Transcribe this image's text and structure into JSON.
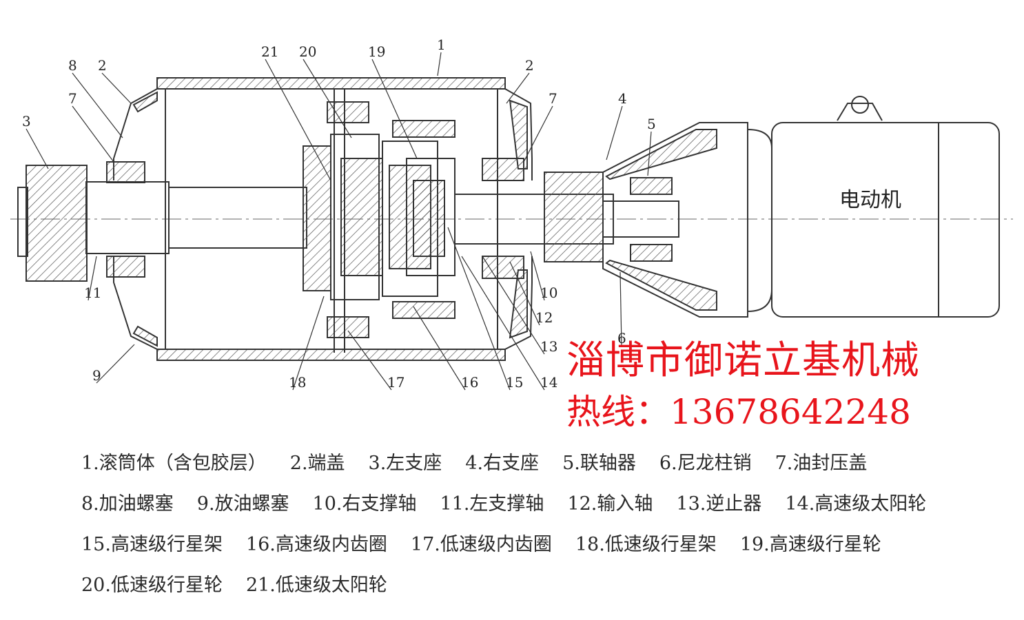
{
  "motor_label": "电动机",
  "company": "淄博市御诺立基机械",
  "hotline": {
    "label": "热线：",
    "number": "13678642248"
  },
  "callouts": [
    "1",
    "2",
    "2",
    "3",
    "4",
    "5",
    "6",
    "7",
    "7",
    "8",
    "9",
    "10",
    "11",
    "12",
    "13",
    "14",
    "15",
    "16",
    "17",
    "18",
    "19",
    "20",
    "21"
  ],
  "legend_rows": [
    [
      "1.滚筒体（含包胶层）",
      "2.端盖",
      "3.左支座",
      "4.右支座",
      "5.联轴器",
      "6.尼龙柱销",
      "7.油封压盖"
    ],
    [
      "8.加油螺塞",
      "9.放油螺塞",
      "10.右支撑轴",
      "11.左支撑轴",
      "12.输入轴",
      "13.逆止器",
      "14.高速级太阳轮"
    ],
    [
      "15.高速级行星架",
      "16.高速级内齿圈",
      "17.低速级内齿圈",
      "18.低速级行星架",
      "19.高速级行星轮"
    ],
    [
      "20.低速级行星轮",
      "21.低速级太阳轮"
    ]
  ],
  "colors": {
    "accent_red": "#e8141b",
    "line": "#333333",
    "hatch": "#555555"
  }
}
